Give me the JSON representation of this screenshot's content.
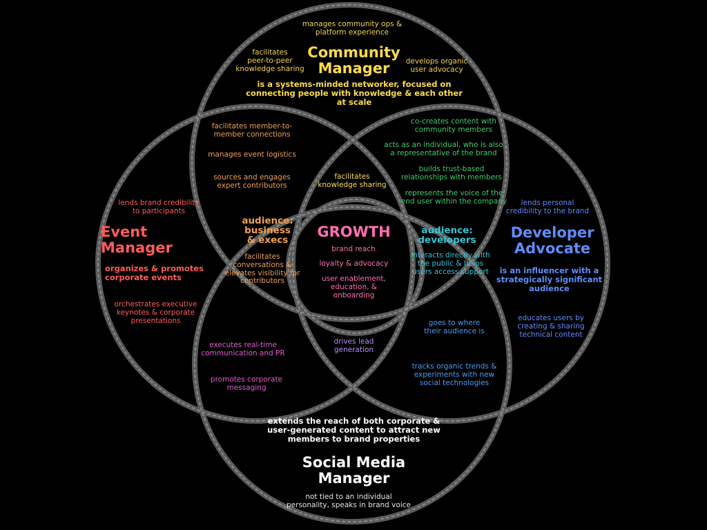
{
  "colors": {
    "background": "#000000",
    "ring": "#6b6b6b",
    "community": "#ffdb4d",
    "event": "#ff5c5c",
    "developer": "#5f8cff",
    "social": "#ffffff",
    "growth": "#ff6fb0"
  },
  "community": {
    "title": "Community\nManager",
    "tagline": "is a systems-minded networker, focused on\nconnecting people with knowledge & each other\nat scale",
    "item_ops": "manages community ops &\nplatform experience",
    "item_peer": "facilitates\npeer-to-peer\nknowledge sharing",
    "item_advocacy": "develops organic\nuser advocacy"
  },
  "community_event": {
    "item1": "facilitates member-to-\nmember connections",
    "item2": "manages event logistics",
    "item3": "sources and engages\nexpert contributors"
  },
  "community_developer": {
    "item1": "co-creates content with\ncommunity members",
    "item2": "acts as an individual, who is also\na representative of the brand",
    "item3": "builds trust-based\nrelationships with members",
    "item4": "represents the voice of the\nend user within the company"
  },
  "community_core": {
    "item1": "facilitates\nknowledge sharing"
  },
  "event": {
    "title": "Event\nManager",
    "tagline": "organizes & promotes\ncorporate events",
    "item1": "lends brand credibility\nto participants",
    "item2": "orchestrates executive\nkeynotes & corporate\npresentations"
  },
  "event_core": {
    "audience": "audience:\nbusiness\n& execs",
    "item1": "facilitates\nconversations &\nelevates visibility for\ncontributors"
  },
  "event_social": {
    "item1": "executes real-time\ncommunication and PR",
    "item2": "promotes corporate\nmessaging"
  },
  "developer": {
    "title": "Developer\nAdvocate",
    "tagline": "is an influencer with a\nstrategically significant\naudience",
    "item1": "lends personal\ncredibility to the brand",
    "item2": "educates users by\ncreating & sharing\ntechnical content"
  },
  "developer_core": {
    "audience": "audience:\ndevelopers",
    "item1": "interacts directly with\nthe public & helps\nusers access support"
  },
  "developer_social": {
    "item1": "goes to where\ntheir audience is",
    "item2": "tracks organic trends &\nexperiments with new\nsocial technologies"
  },
  "growth": {
    "title": "GROWTH",
    "item1": "brand reach",
    "item2": "loyalty & advocacy",
    "item3": "user enablement,\neducation, &\nonboarding"
  },
  "social_core": {
    "item1": "drives lead\ngeneration"
  },
  "social": {
    "tagline": "extends the reach of both corporate &\nuser-generated content to attract new\nmembers to brand properties",
    "title": "Social Media\nManager",
    "item1": "not tied to an individual\npersonality, speaks in brand voice"
  }
}
